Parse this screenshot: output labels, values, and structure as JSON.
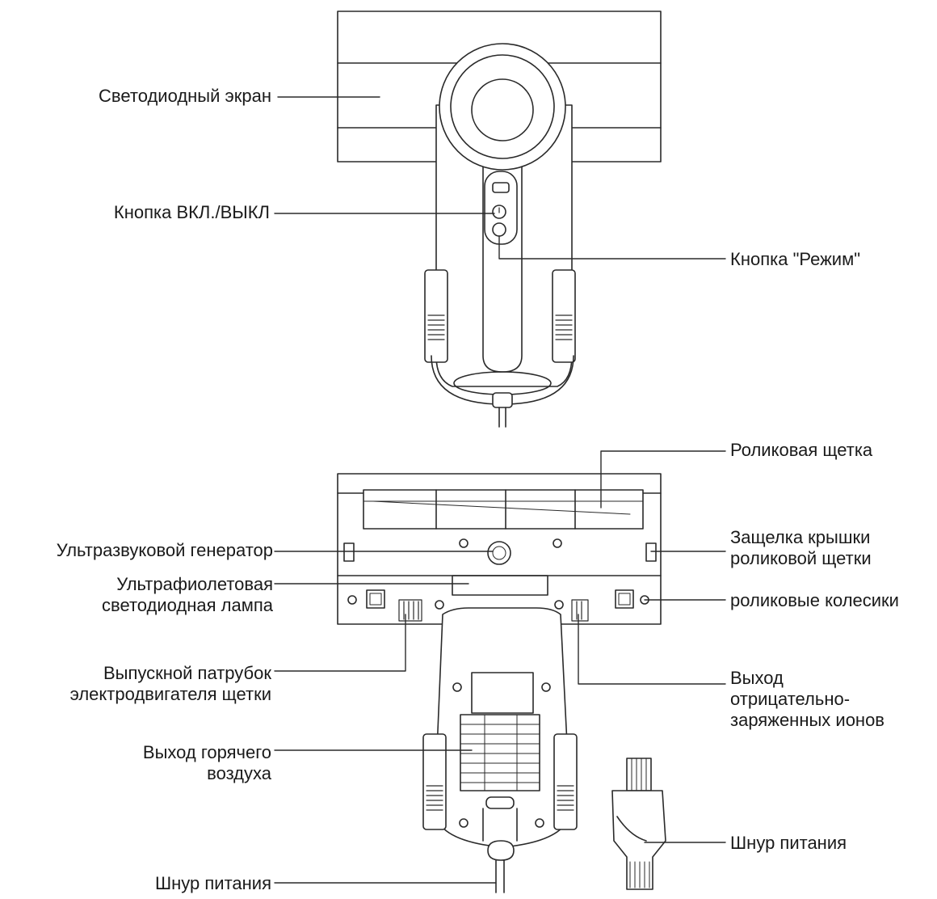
{
  "labels": {
    "led_screen": "Светодиодный экран",
    "power_button": "Кнопка ВКЛ./ВЫКЛ",
    "mode_button": "Кнопка \"Режим\"",
    "roller_brush": "Роликовая щетка",
    "ultrasonic_generator": "Ультразвуковой генератор",
    "brush_cover_latch_1": "Защелка крышки",
    "brush_cover_latch_2": "роликовой щетки",
    "uv_lamp_1": "Ультрафиолетовая",
    "uv_lamp_2": "светодиодная лампа",
    "roller_wheels": "роликовые колесики",
    "motor_exhaust_1": "Выпускной патрубок",
    "motor_exhaust_2": "электродвигателя щетки",
    "ion_outlet_1": "Выход",
    "ion_outlet_2": "отрицательно-",
    "ion_outlet_3": "заряженных ионов",
    "hot_air_outlet_1": "Выход горячего",
    "hot_air_outlet_2": "воздуха",
    "power_cord_tool": "Шнур питания",
    "power_cord_bottom": "Шнур питания"
  },
  "colors": {
    "stroke": "#2a2a2a",
    "text": "#1a1a1a",
    "background": "#ffffff"
  }
}
